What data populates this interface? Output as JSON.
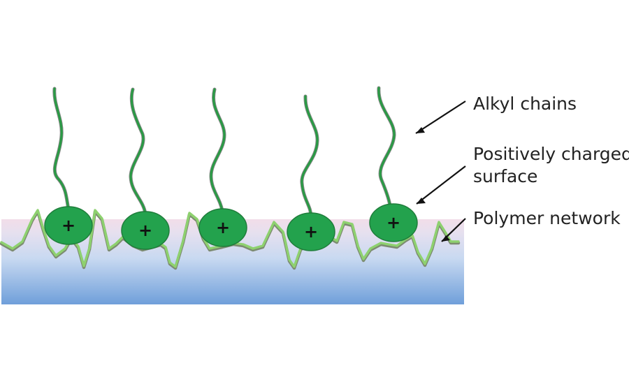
{
  "labels": {
    "alkyl_chains": "Alkyl chains",
    "positively_charged_line1": "Positively charged",
    "positively_charged_line2": "surface",
    "polymer_network": "Polymer network"
  },
  "charge_symbol": "+",
  "colors": {
    "chain_dark": "#2a9a45",
    "chain_shadow": "#8a8a8a",
    "network_light": "#8ed16f",
    "network_dark": "#5e9f49",
    "bead_fill": "#23a24d",
    "bead_stroke": "#1f7d3b",
    "surface_top": "#f2dde9",
    "surface_mid": "#c8d9f1",
    "surface_bottom": "#6f9fda",
    "arrow": "#111111",
    "text": "#222222"
  }
}
